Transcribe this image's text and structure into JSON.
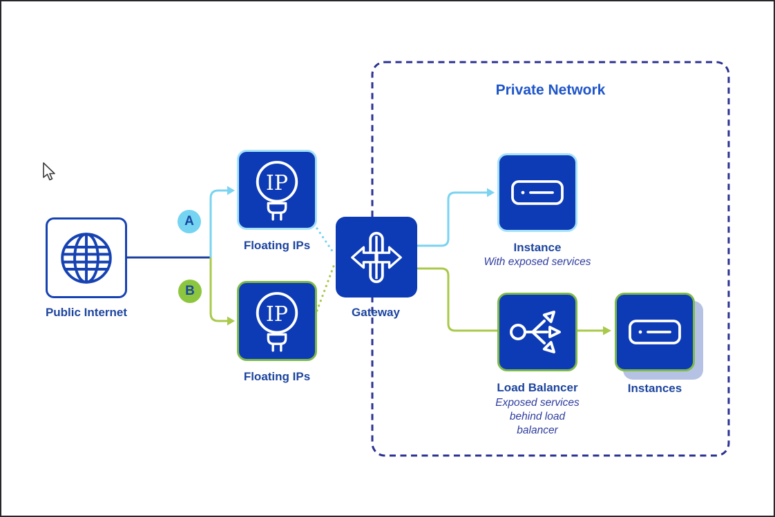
{
  "title": "Private Network",
  "badges": {
    "a": "A",
    "b": "B"
  },
  "nodes": {
    "public_internet": {
      "label": "Public Internet"
    },
    "floating_ips_a": {
      "label": "Floating IPs"
    },
    "floating_ips_b": {
      "label": "Floating IPs"
    },
    "gateway": {
      "label": "Gateway"
    },
    "instance": {
      "label": "Instance",
      "subtitle": "With exposed services"
    },
    "load_balancer": {
      "label": "Load Balancer",
      "subtitle": "Exposed services behind load balancer"
    },
    "instances": {
      "label": "Instances"
    }
  },
  "icon_text": {
    "ip": "IP"
  },
  "colors": {
    "box_blue": "#0d3ab5",
    "cyan_line": "#7ad3f0",
    "cyan_badge": "#74d4f2",
    "cyan_glow_border": "#a4e2f8",
    "green_line": "#a8c94a",
    "green_badge": "#8cc63e",
    "green_border": "#7eba48",
    "dark_connector": "#1e419f",
    "dashed_border": "#2b3192",
    "label_text": "#1c449e",
    "subtitle_text": "#2e3d9e",
    "title_text": "#1e55c9",
    "shadow_layer": "#b6c2e4"
  }
}
